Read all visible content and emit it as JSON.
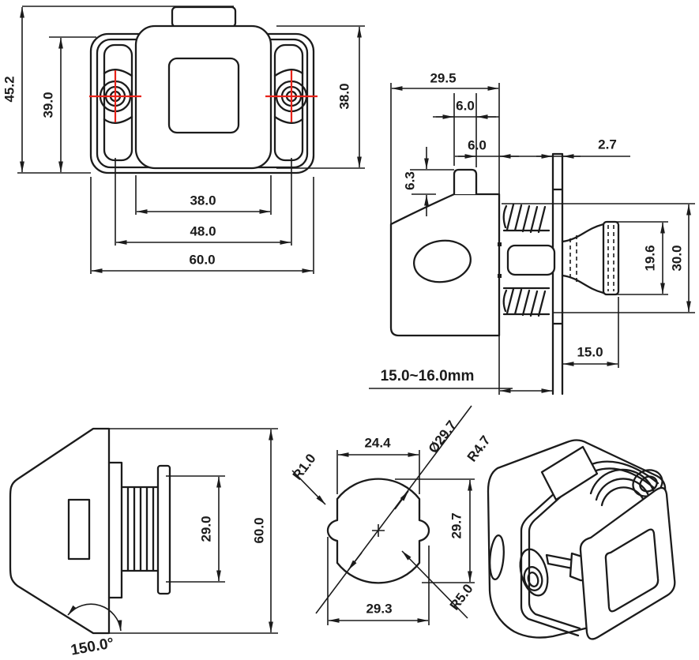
{
  "drawing": {
    "title": "push-button cabinet latch engineering drawing",
    "colors": {
      "ink": "#1b1b1b",
      "accent_red": "#e8231a",
      "background": "#ffffff"
    },
    "views": {
      "front": {
        "dims": {
          "overall_height": "45.2",
          "flange_height": "39.0",
          "housing_height": "38.0",
          "housing_width": "38.0",
          "hole_spacing": "48.0",
          "overall_width": "60.0"
        }
      },
      "side_section": {
        "dims": {
          "body_depth": "29.5",
          "pocket_width": "6.0",
          "pocket_offset": "6.0",
          "lip_thickness": "2.7",
          "pocket_height": "6.3",
          "knob_face_height": "19.6",
          "knob_overall_height": "30.0",
          "knob_depth": "15.0",
          "panel_thickness_range": "15.0~16.0mm"
        }
      },
      "profile": {
        "dims": {
          "barrel_height": "29.0",
          "body_height": "60.0",
          "base_angle": "150.0°"
        }
      },
      "cross_section": {
        "dims": {
          "flat_width": "24.4",
          "bore_diameter": "Ø29.7",
          "transition_radius": "R4.7",
          "notch_radius": "R1.0",
          "bore_height": "29.7",
          "cutout_width": "29.3",
          "lug_radius": "R5.0"
        }
      },
      "isometric": {}
    }
  }
}
